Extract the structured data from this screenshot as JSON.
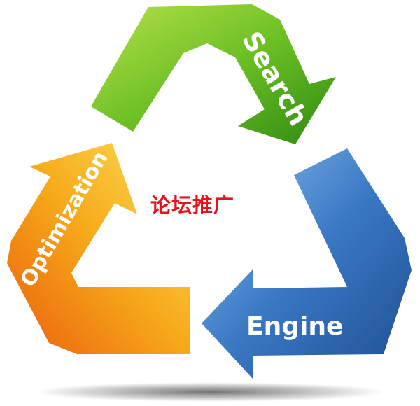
{
  "diagram": {
    "center_text": "论坛推广",
    "arrows": [
      {
        "label": "Search",
        "color": "#6cc024"
      },
      {
        "label": "Engine",
        "color": "#3a78c4"
      },
      {
        "label": "Optimization",
        "color": "#f39a12"
      }
    ],
    "center_color": "#e5131b"
  }
}
